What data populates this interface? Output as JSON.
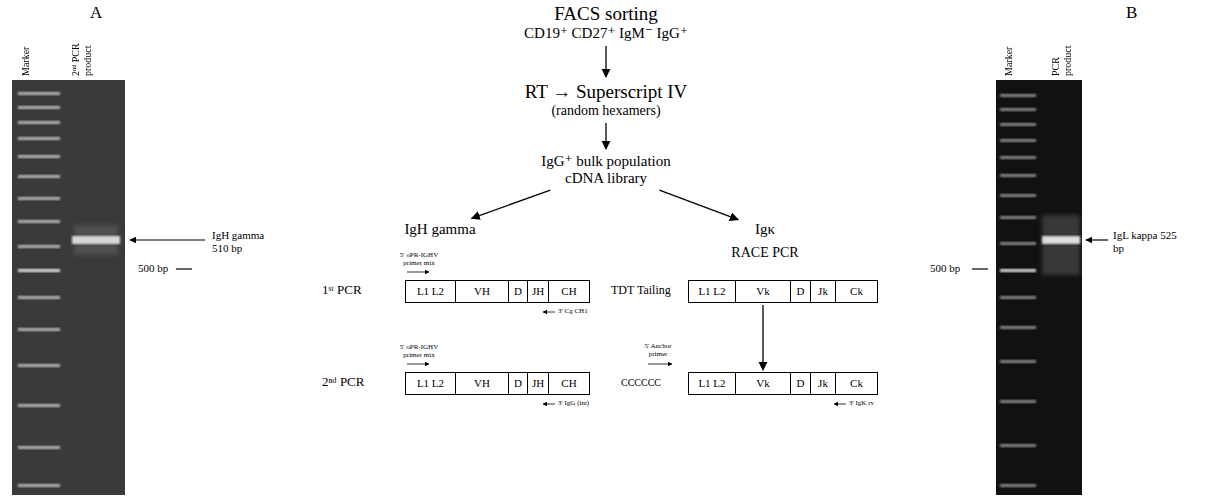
{
  "diagram": {
    "nodes": [
      {
        "text": [
          "FACS sorting",
          "CD19⁺ CD27⁺ IgM⁻ IgG⁺"
        ]
      },
      {
        "text": [
          "RT → Superscript IV",
          "(random hexamers)"
        ]
      },
      {
        "text": [
          "IgG⁺ bulk population cDNA library"
        ]
      },
      {
        "text": [
          "IgH gamma"
        ]
      },
      {
        "text": [
          "Igκ"
        ]
      },
      {
        "text": [
          "L1 L2"
        ]
      },
      {
        "text": [
          "VH"
        ]
      },
      {
        "text": [
          "D"
        ]
      },
      {
        "text": [
          "JH"
        ]
      },
      {
        "text": [
          "CH"
        ]
      },
      {
        "text": [
          "L1 L2"
        ]
      },
      {
        "text": [
          "VH"
        ]
      },
      {
        "text": [
          "D"
        ]
      },
      {
        "text": [
          "JH"
        ]
      },
      {
        "text": [
          "CH"
        ]
      },
      {
        "text": [
          "L1 L2"
        ]
      },
      {
        "text": [
          "Vk"
        ]
      },
      {
        "text": [
          "D"
        ]
      },
      {
        "text": [
          "Jk"
        ]
      },
      {
        "text": [
          "Ck"
        ]
      },
      {
        "text": [
          "L1 L2"
        ]
      },
      {
        "text": [
          "Vk"
        ]
      },
      {
        "text": [
          "D"
        ]
      },
      {
        "text": [
          "Jk"
        ]
      },
      {
        "text": [
          "Ck"
        ]
      }
    ],
    "edges": [
      {
        "from": 0,
        "to": 1,
        "arrow": "to"
      },
      {
        "from": 1,
        "to": 2,
        "arrow": "to"
      },
      {
        "from": 2,
        "to": 3,
        "arrow": "to"
      },
      {
        "from": 2,
        "to": 4,
        "arrow": "to"
      },
      {
        "from": 16,
        "to": 21,
        "arrow": "to"
      }
    ],
    "labels": [
      "A",
      "Marker",
      "2ⁿᵈ PCR product",
      "IgH gamma 510 bp",
      "500 bp",
      "5' oPR-IGHV primer mix",
      "1ˢᵗ PCR",
      "3' Cg CH1",
      "5' oPR-IGHV primer mix",
      "2ⁿᵈ PCR",
      "3' IgG (int)",
      "RACE PCR",
      "TDT Tailing",
      "5' Anchor primer",
      "CCCCCC",
      "3' IgK rv",
      "B",
      "500 bp",
      "Marker",
      "PCR product",
      "IgL kappa 525 bp"
    ]
  }
}
